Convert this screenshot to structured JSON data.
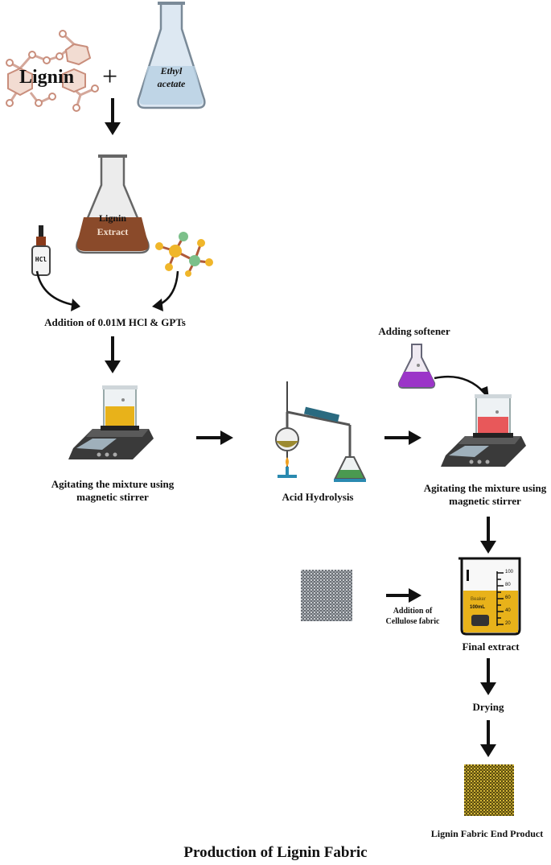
{
  "title": "Production of Lignin Fabric",
  "lignin_label": "Lignin",
  "plus_sign": "+",
  "ethyl_line1": "Ethyl",
  "ethyl_line2": "acetate",
  "extract_line1": "Lignin",
  "extract_line2": "Extract",
  "hcl_bottle_label": "HCl",
  "step_addition": "Addition of 0.01M HCl & GPTs",
  "step_agitate1_line1": "Agitating the mixture using",
  "step_agitate1_line2": "magnetic stirrer",
  "step_acid": "Acid Hydrolysis",
  "step_softener": "Adding softener",
  "step_agitate2_line1": "Agitating the mixture using",
  "step_agitate2_line2": "magnetic stirrer",
  "step_cellulose_line1": "Addition of",
  "step_cellulose_line2": "Cellulose fabric",
  "beaker_brand": "Beaker",
  "beaker_volume": "100mL",
  "beaker_ticks": [
    "100",
    "80",
    "60",
    "40",
    "20"
  ],
  "step_final": "Final extract",
  "step_drying": "Drying",
  "step_end": "Lignin Fabric End Product",
  "colors": {
    "lignin_brown": "#8a4a2a",
    "molecule_pink": "#d4a79a",
    "yellow_liquid": "#e8b21a",
    "red_liquid": "#e8585a",
    "purple_liquid": "#9b35c8",
    "green_liquid": "#4a9a50"
  }
}
